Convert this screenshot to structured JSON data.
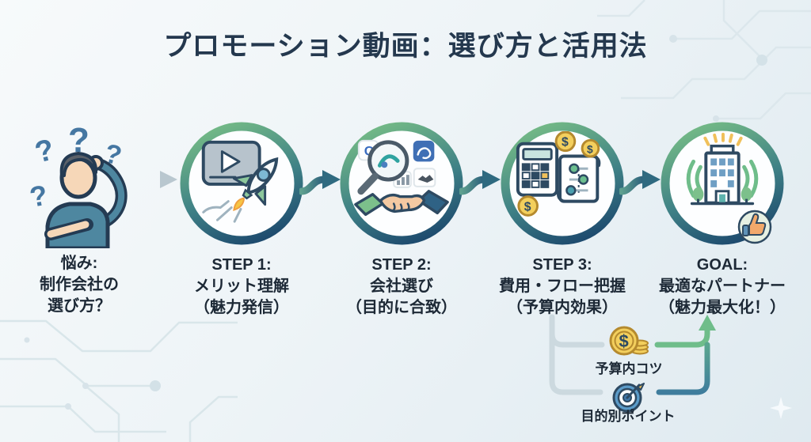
{
  "title": "プロモーション動画：選び方と活用法",
  "problem": {
    "icon": "confused-person-icon",
    "line1": "悩み:",
    "line2": "制作会社の",
    "line3": "選び方？"
  },
  "steps": [
    {
      "icon": "video-rocket-icon",
      "heading": "STEP 1:",
      "line1": "メリット理解",
      "line2": "（魅力発信）"
    },
    {
      "icon": "search-handshake-icon",
      "heading": "STEP 2:",
      "line1": "会社選び",
      "line2": "（目的に合致）"
    },
    {
      "icon": "calculator-flow-icon",
      "heading": "STEP 3:",
      "line1": "費用・フロー把握",
      "line2": "（予算内効果）"
    },
    {
      "icon": "company-broadcast-icon",
      "heading": "GOAL:",
      "line1": "最適なパートナー",
      "line2": "（魅力最大化！）"
    }
  ],
  "sub_points": [
    {
      "icon": "coins-icon",
      "label": "予算内コツ"
    },
    {
      "icon": "target-icon",
      "label": "目的別ポイント"
    }
  ],
  "colors": {
    "title_text": "#24384e",
    "body_text": "#1d2936",
    "ring_green": "#72b886",
    "ring_navy": "#1d4a6e",
    "arrow_teal_light": "#5fa08f",
    "arrow_teal_dark": "#2b5f7c",
    "gray_arrow": "#b9c7cf",
    "light_line": "#ccd9df",
    "green_line": "#6fbd8a",
    "blue_line": "#3f7d9d",
    "coin_gold": "#f3cf5d",
    "background_light": "#f7fafb",
    "background_dark": "#dfeaf0"
  }
}
